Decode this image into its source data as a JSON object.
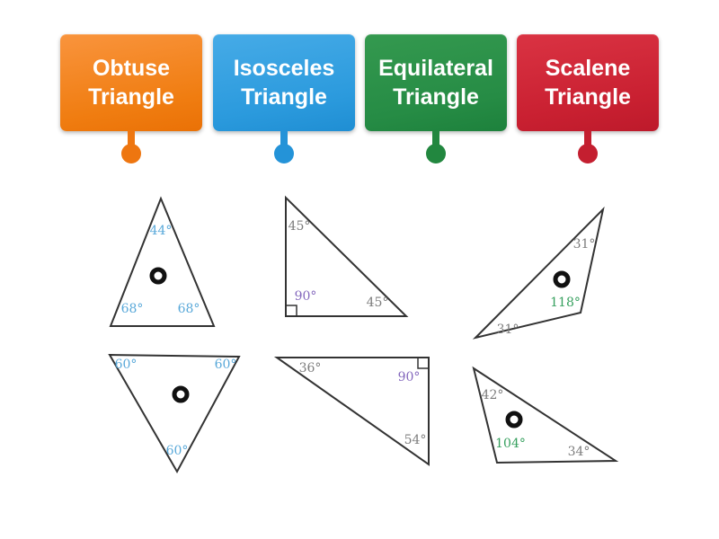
{
  "cards": [
    {
      "label": "Obtuse Triangle",
      "color": "#f07d11"
    },
    {
      "label": "Isosceles Triangle",
      "color": "#2b9add"
    },
    {
      "label": "Equilateral Triangle",
      "color": "#268c45"
    },
    {
      "label": "Scalene Triangle",
      "color": "#c92031"
    }
  ],
  "palette": {
    "angle_blue": "#58a8d9",
    "angle_gray": "#7d7d7d",
    "angle_purple": "#8468bd",
    "angle_green": "#36a05e",
    "triangle_outline": "#333333"
  },
  "triangles": [
    {
      "name": "isosceles-triangle",
      "has_drop_target": true,
      "angles": [
        {
          "text": "44°"
        },
        {
          "text": "68°"
        },
        {
          "text": "68°"
        }
      ]
    },
    {
      "name": "right-isosceles-triangle",
      "has_right_angle_marker": true,
      "angles": [
        {
          "text": "45°"
        },
        {
          "text": "90°"
        },
        {
          "text": "45°"
        }
      ]
    },
    {
      "name": "obtuse-scalene-triangle",
      "has_drop_target": true,
      "angles": [
        {
          "text": "31°"
        },
        {
          "text": "118°"
        },
        {
          "text": "31°"
        }
      ]
    },
    {
      "name": "equilateral-triangle",
      "has_drop_target": true,
      "angles": [
        {
          "text": "60°"
        },
        {
          "text": "60°"
        },
        {
          "text": "60°"
        }
      ]
    },
    {
      "name": "right-scalene-triangle",
      "has_right_angle_marker": true,
      "angles": [
        {
          "text": "36°"
        },
        {
          "text": "90°"
        },
        {
          "text": "54°"
        }
      ]
    },
    {
      "name": "obtuse-triangle",
      "has_drop_target": true,
      "angles": [
        {
          "text": "42°"
        },
        {
          "text": "104°"
        },
        {
          "text": "34°"
        }
      ]
    }
  ]
}
